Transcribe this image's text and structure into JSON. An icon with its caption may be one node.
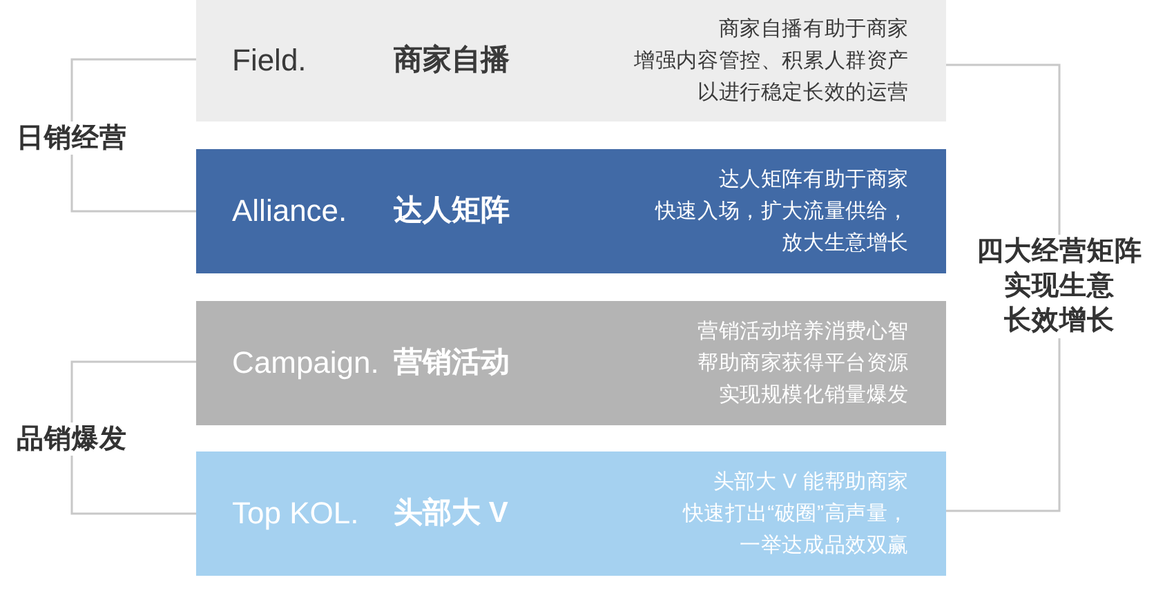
{
  "diagram": {
    "nodes": [
      {
        "text": [
          "Field.",
          "商家自播",
          "商家自播有助于商家增强内容管控、积累人群资产以进行稳定长效的运营"
        ]
      },
      {
        "text": [
          "Alliance.",
          "达人矩阵",
          "达人矩阵有助于商家快速入场，扩大流量供给，放大生意增长"
        ]
      },
      {
        "text": [
          "Campaign.",
          "营销活动",
          "营销活动培养消费心智帮助商家获得平台资源实现规模化销量爆发"
        ]
      },
      {
        "text": [
          "Top KOL.",
          "头部大 V",
          "头部大 V 能帮助商家快速打出“破圈”高声量，一举达成品效双赢"
        ]
      },
      {
        "text": [
          "日销经营"
        ]
      },
      {
        "text": [
          "品销爆发"
        ]
      },
      {
        "text": [
          "四大经营矩阵实现生意长效增长"
        ]
      }
    ],
    "edges": [
      {
        "from": 4,
        "to": 0,
        "arrow": "none"
      },
      {
        "from": 4,
        "to": 1,
        "arrow": "none"
      },
      {
        "from": 5,
        "to": 2,
        "arrow": "none"
      },
      {
        "from": 5,
        "to": 3,
        "arrow": "none"
      },
      {
        "from": 6,
        "to": 0,
        "arrow": "none"
      },
      {
        "from": 6,
        "to": 3,
        "arrow": "none"
      }
    ]
  }
}
